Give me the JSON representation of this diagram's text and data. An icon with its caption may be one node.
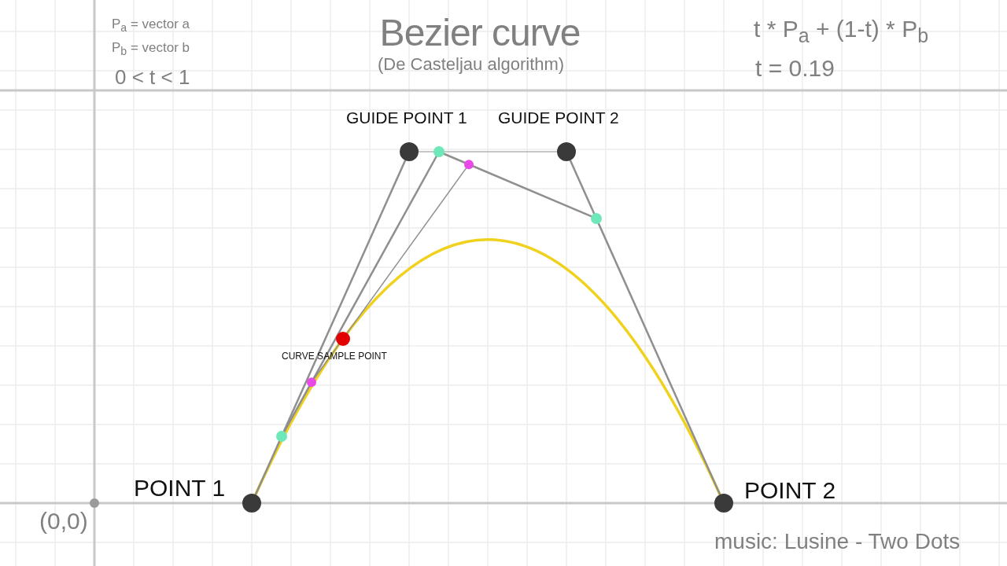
{
  "diagram": {
    "title": "Bezier curve",
    "nodes": [
      {
        "text": [
          "POINT 1"
        ]
      },
      {
        "text": [
          "GUIDE POINT 1"
        ]
      },
      {
        "text": [
          "GUIDE POINT 2"
        ]
      },
      {
        "text": [
          "POINT 2"
        ]
      },
      {
        "text": [
          "CURVE SAMPLE POINT"
        ]
      }
    ],
    "edges": [
      {
        "from": 0,
        "to": 1,
        "arrow": "none"
      },
      {
        "from": 1,
        "to": 2,
        "arrow": "none"
      },
      {
        "from": 2,
        "to": 3,
        "arrow": "none"
      }
    ],
    "labels": [
      "P$_{a}$ = vector a",
      "P$_{b}$ = vector b",
      "0 < t < 1",
      "(De Casteljau algorithm)",
      "t * P$_{a}$ + (1-t) * P$_{b}$",
      "t = 0.19",
      "(0,0)",
      "music: Lusine - Two Dots"
    ]
  }
}
